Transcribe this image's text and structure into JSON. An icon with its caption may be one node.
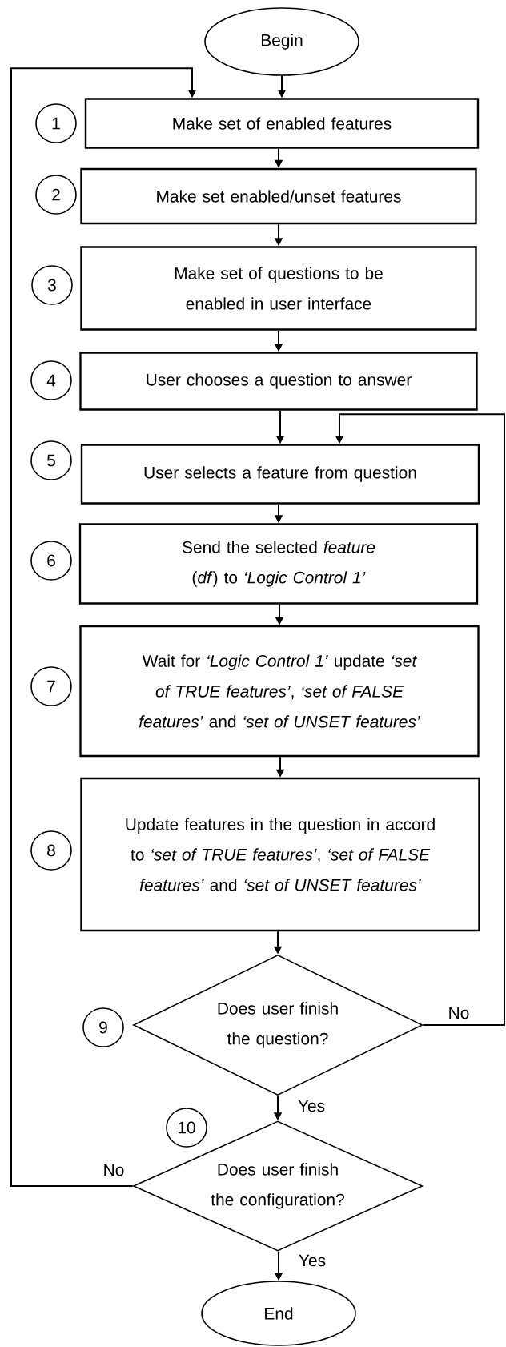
{
  "diagram": {
    "nodes": [
      {
        "text": [
          "Begin"
        ]
      },
      {
        "text": [
          "1"
        ]
      },
      {
        "text": [
          "Make set of enabled features"
        ]
      },
      {
        "text": [
          "2"
        ]
      },
      {
        "text": [
          "Make set enabled/unset features"
        ]
      },
      {
        "text": [
          "3"
        ]
      },
      {
        "text": [
          "Make set of questions to be enabled in user interface"
        ]
      },
      {
        "text": [
          "4"
        ]
      },
      {
        "text": [
          "User chooses a question to answer"
        ]
      },
      {
        "text": [
          "5"
        ]
      },
      {
        "text": [
          "User selects a feature from question"
        ]
      },
      {
        "text": [
          "6"
        ]
      },
      {
        "text": [
          "Send the selected *feature* (*df*) to *‘Logic Control 1’*"
        ]
      },
      {
        "text": [
          "7"
        ]
      },
      {
        "text": [
          "Wait for *‘Logic Control 1’* update *‘set of TRUE features’*, *‘set of FALSE features’* and *‘set of UNSET features’*"
        ]
      },
      {
        "text": [
          "8"
        ]
      },
      {
        "text": [
          "Update features in the question in accord to *‘set of TRUE features’*, *‘set of FALSE features’* and *‘set of UNSET features’*"
        ]
      },
      {
        "text": [
          "9"
        ]
      },
      {
        "text": [
          "Does user finish the question?"
        ]
      },
      {
        "text": [
          "10"
        ]
      },
      {
        "text": [
          "Does user finish the configuration?"
        ]
      },
      {
        "text": [
          "End"
        ]
      }
    ],
    "edges": [
      {
        "from": 0,
        "to": 2,
        "arrow": "to"
      },
      {
        "from": 2,
        "to": 4,
        "arrow": "to"
      },
      {
        "from": 4,
        "to": 6,
        "arrow": "to"
      },
      {
        "from": 6,
        "to": 8,
        "arrow": "to"
      },
      {
        "from": 8,
        "to": 10,
        "arrow": "to"
      },
      {
        "from": 10,
        "to": 12,
        "arrow": "to"
      },
      {
        "from": 12,
        "to": 14,
        "arrow": "to"
      },
      {
        "from": 14,
        "to": 16,
        "arrow": "to"
      },
      {
        "from": 16,
        "to": 18,
        "arrow": "to"
      },
      {
        "from": 18,
        "to": 20,
        "arrow": "to",
        "label": "Yes"
      },
      {
        "from": 20,
        "to": 21,
        "arrow": "to",
        "label": "Yes"
      },
      {
        "from": 18,
        "to": 10,
        "arrow": "to",
        "label": "No"
      },
      {
        "from": 20,
        "to": 2,
        "arrow": "to",
        "label": "No"
      }
    ]
  }
}
